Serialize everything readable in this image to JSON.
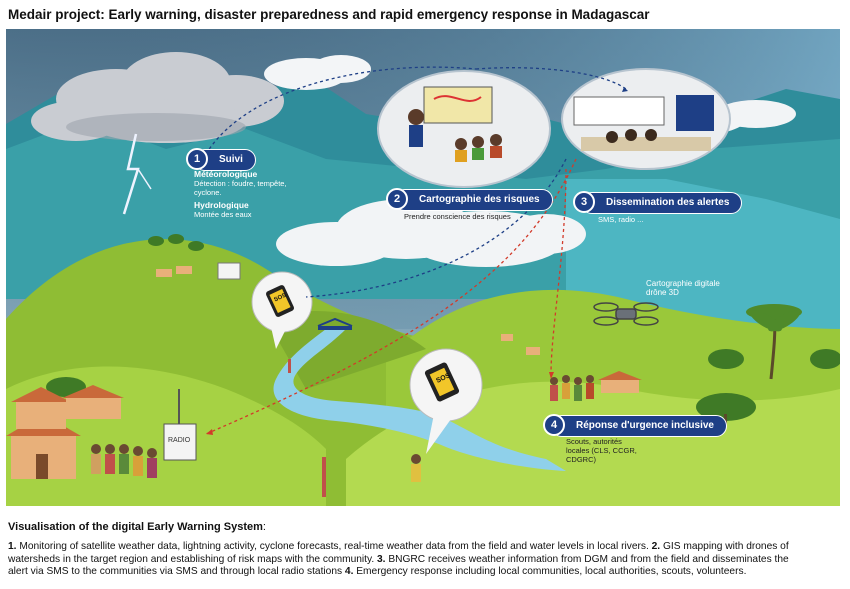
{
  "title": "Medair project: Early warning, disaster preparedness and rapid emergency response in Madagascar",
  "steps": [
    {
      "num": "1",
      "label": "Suivi",
      "details": [
        {
          "heading": "Météorologique",
          "text": "Détection : foudre, tempête, cyclone."
        },
        {
          "heading": "Hydrologique",
          "text": "Montée des eaux"
        }
      ]
    },
    {
      "num": "2",
      "label": "Cartographie des risques",
      "text": "Prendre conscience des risques"
    },
    {
      "num": "3",
      "label": "Dissemination des alertes",
      "text": "SMS, radio ..."
    },
    {
      "num": "4",
      "label": "Réponse d'urgence inclusive",
      "text": "Scouts, autorités locales (CLS, CCGR, CDGRC)"
    }
  ],
  "drone_label": "Cartographie digitale drône 3D",
  "radio_label": "RADIO",
  "phone_label": "SOS",
  "caption": {
    "title_prefix": "Visualisation of the digital Early Warning System",
    "title_suffix": ":",
    "lines": [
      {
        "b1": "1.",
        "t1": " Monitoring of satellite weather data, lightning activity, cyclone forecasts, real-time weather data from the field and water levels in local rivers. ",
        "b2": "2.",
        "t2": " GIS mapping with drones of"
      },
      {
        "t0": "watersheds in the target region and establishing of risk maps with the community. ",
        "b1": "3.",
        "t1": " BNGRC receives weather information from DGM and from the field and disseminates the"
      },
      {
        "t0": "alert via SMS to the communities via SMS and through local radio stations ",
        "b1": "4.",
        "t1": " Emergency response including local communities, local authorities, scouts, volunteers."
      }
    ]
  },
  "colors": {
    "sky": "#5b7f96",
    "hill": "#9fc63a",
    "pill": "#1e3f86",
    "river": "#8fd0ea",
    "mountain": "#2e8a98"
  }
}
